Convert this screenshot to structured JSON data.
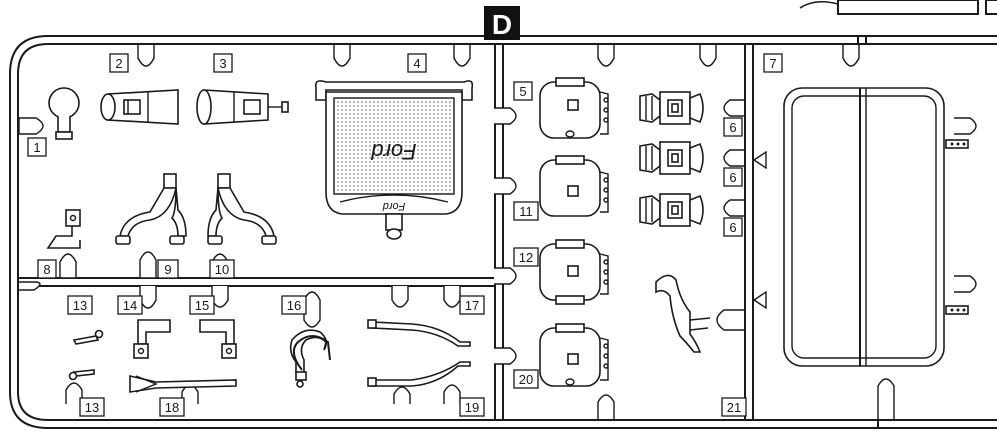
{
  "sprue": {
    "letter": "D",
    "parts": [
      {
        "id": "p1",
        "label": "1"
      },
      {
        "id": "p2",
        "label": "2"
      },
      {
        "id": "p3",
        "label": "3"
      },
      {
        "id": "p4",
        "label": "4"
      },
      {
        "id": "p5",
        "label": "5"
      },
      {
        "id": "p6a",
        "label": "6"
      },
      {
        "id": "p6b",
        "label": "6"
      },
      {
        "id": "p6c",
        "label": "6"
      },
      {
        "id": "p7",
        "label": "7"
      },
      {
        "id": "p8",
        "label": "8"
      },
      {
        "id": "p9",
        "label": "9"
      },
      {
        "id": "p10",
        "label": "10"
      },
      {
        "id": "p11",
        "label": "11"
      },
      {
        "id": "p12",
        "label": "12"
      },
      {
        "id": "p13a",
        "label": "13"
      },
      {
        "id": "p13b",
        "label": "13"
      },
      {
        "id": "p14",
        "label": "14"
      },
      {
        "id": "p15",
        "label": "15"
      },
      {
        "id": "p16",
        "label": "16"
      },
      {
        "id": "p17",
        "label": "17"
      },
      {
        "id": "p18",
        "label": "18"
      },
      {
        "id": "p19",
        "label": "19"
      },
      {
        "id": "p20",
        "label": "20"
      },
      {
        "id": "p21",
        "label": "21"
      }
    ]
  },
  "colors": {
    "ink": "#1a1a1a",
    "paper": "#ffffff",
    "badge": "#111111",
    "grille": "#8a8a8a"
  },
  "icons": {
    "grille_emblem": "ford-script-logo"
  }
}
